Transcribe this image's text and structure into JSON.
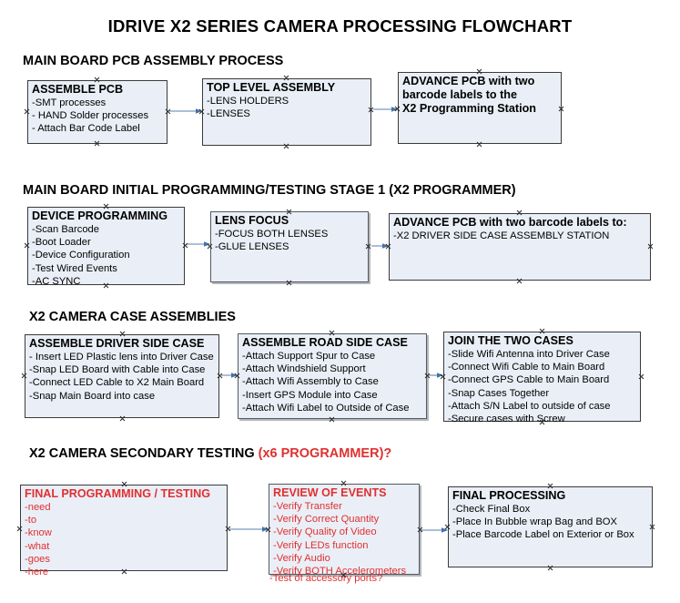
{
  "title": "IDRIVE X2  SERIES CAMERA PROCESSING FLOWCHART",
  "sections": [
    {
      "heading": "MAIN BOARD PCB ASSEMBLY PROCESS",
      "heading_red": "",
      "nodes": [
        {
          "title": "ASSEMBLE PCB",
          "lines": [
            "-SMT processes",
            "- HAND Solder processes",
            "- Attach Bar Code Label"
          ]
        },
        {
          "title": "TOP LEVEL ASSEMBLY",
          "lines": [
            "-LENS HOLDERS",
            "-LENSES"
          ]
        },
        {
          "title": "ADVANCE PCB with two",
          "lines": [
            "barcode labels to the",
            " X2 Programming Station"
          ]
        }
      ]
    },
    {
      "heading": "MAIN BOARD INITIAL PROGRAMMING/TESTING STAGE 1 (X2 PROGRAMMER)",
      "heading_red": "",
      "nodes": [
        {
          "title": "DEVICE PROGRAMMING",
          "lines": [
            "-Scan Barcode",
            "-Boot Loader",
            "-Device Configuration",
            "-Test Wired Events",
            "-AC SYNC"
          ]
        },
        {
          "title": "LENS FOCUS",
          "lines": [
            "-FOCUS BOTH LENSES",
            "-GLUE LENSES"
          ]
        },
        {
          "title": "ADVANCE PCB with two barcode labels to:",
          "lines": [
            "-X2 DRIVER  SIDE  CASE  ASSEMBLY STATION"
          ]
        }
      ]
    },
    {
      "heading": "X2 CAMERA CASE ASSEMBLIES",
      "heading_red": "",
      "nodes": [
        {
          "title": "ASSEMBLE DRIVER SIDE CASE",
          "lines": [
            "- Insert LED Plastic lens into Driver Case",
            "-Snap LED Board with Cable into Case",
            "-Connect LED Cable to X2 Main Board",
            "-Snap Main Board into case"
          ]
        },
        {
          "title": "ASSEMBLE ROAD SIDE CASE",
          "lines": [
            "-Attach Support Spur to Case",
            "-Attach Windshield Support",
            "-Attach Wifi Assembly to Case",
            "-Insert GPS Module into Case",
            "-Attach Wifi Label to Outside of Case"
          ]
        },
        {
          "title": "JOIN THE TWO CASES",
          "lines": [
            "-Slide Wifi Antenna into Driver Case",
            "-Connect Wifi Cable to Main Board",
            "-Connect GPS Cable to Main Board",
            "-Snap Cases Together",
            "-Attach S/N Label to outside of case",
            "-Secure cases with Screw"
          ]
        }
      ]
    },
    {
      "heading": "X2 CAMERA SECONDARY TESTING ",
      "heading_red": "(x6 PROGRAMMER)?",
      "nodes": [
        {
          "title": "FINAL PROGRAMMING / TESTING",
          "lines": [
            "-need",
            "-to",
            "-know",
            "-what",
            "-goes",
            "-here"
          ]
        },
        {
          "title": "REVIEW OF EVENTS",
          "lines": [
            "-Verify Transfer",
            "-Verify Correct Quantity",
            "-Verify Quality of Video",
            "-Verify LEDs function",
            "-Verify Audio",
            "-Verify BOTH Accelerometers"
          ],
          "overflow_line": "-Test of accessory ports?"
        },
        {
          "title": "FINAL PROCESSING",
          "lines": [
            " -Check Final Box",
            "-Place In Bubble wrap Bag and BOX",
            "-Place Barcode Label on Exterior or Box"
          ]
        }
      ]
    }
  ],
  "colors": {
    "node_fill": "#eaeff7",
    "node_border": "#3a3a3a",
    "connector": "#8fabc9",
    "arrowhead": "#4472a8",
    "red_accent": "#e03030",
    "text": "#000000"
  }
}
